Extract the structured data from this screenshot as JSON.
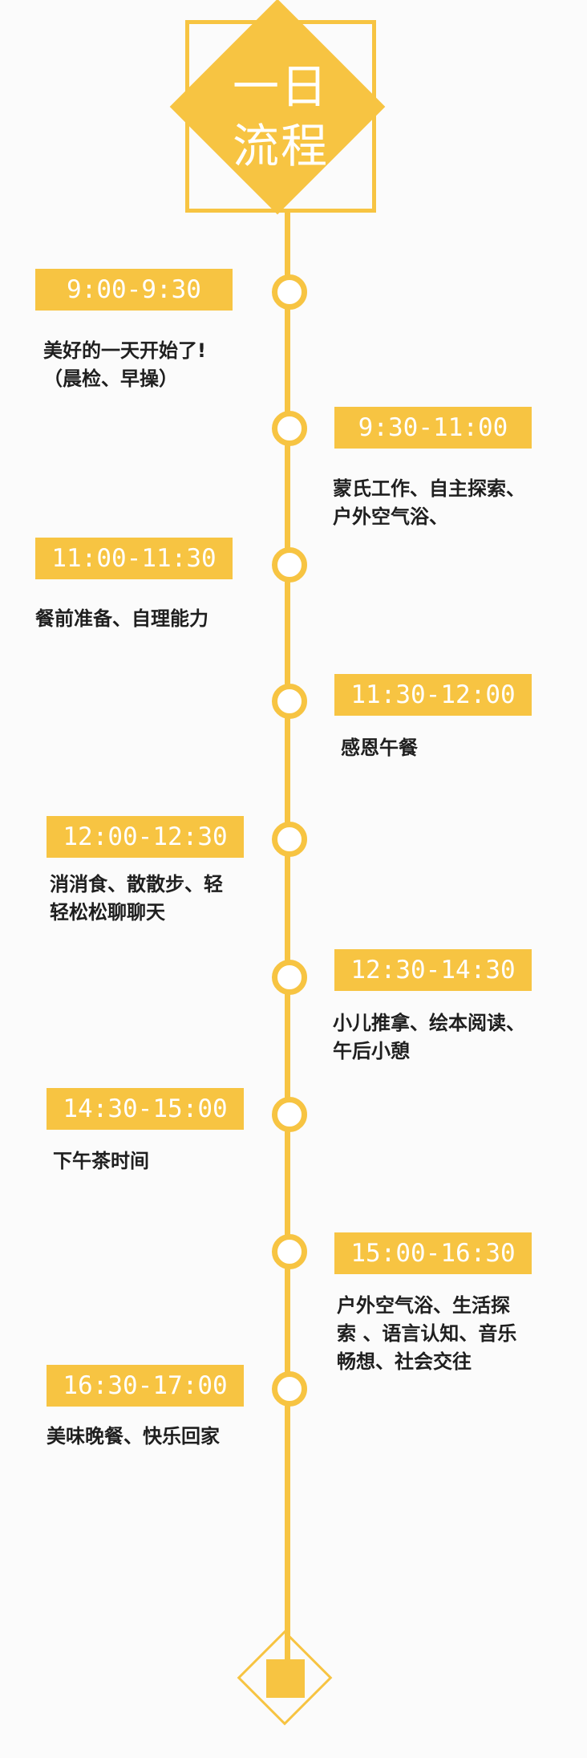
{
  "colors": {
    "accent": "#f7c442",
    "text": "#1f1f1f",
    "background": "#fbfbfb"
  },
  "title": {
    "line1": "一日",
    "line2": "流程"
  },
  "schedule": [
    {
      "time": "9:00-9:30",
      "lines": [
        "美好的一天开始了!",
        "（晨检、早操）"
      ]
    },
    {
      "time": "9:30-11:00",
      "lines": [
        "蒙氏工作、自主探索、",
        "户外空气浴、"
      ]
    },
    {
      "time": "11:00-11:30",
      "lines": [
        "餐前准备、自理能力"
      ]
    },
    {
      "time": "11:30-12:00",
      "lines": [
        "感恩午餐"
      ]
    },
    {
      "time": "12:00-12:30",
      "lines": [
        "消消食、散散步、轻",
        "轻松松聊聊天"
      ]
    },
    {
      "time": "12:30-14:30",
      "lines": [
        "小儿推拿、绘本阅读、",
        "午后小憩"
      ]
    },
    {
      "time": "14:30-15:00",
      "lines": [
        "下午茶时间"
      ]
    },
    {
      "time": "15:00-16:30",
      "lines": [
        "户外空气浴、生活探",
        "索 、语言认知、音乐",
        "畅想、社会交往"
      ]
    },
    {
      "time": "16:30-17:00",
      "lines": [
        "美味晚餐、快乐回家"
      ]
    }
  ]
}
